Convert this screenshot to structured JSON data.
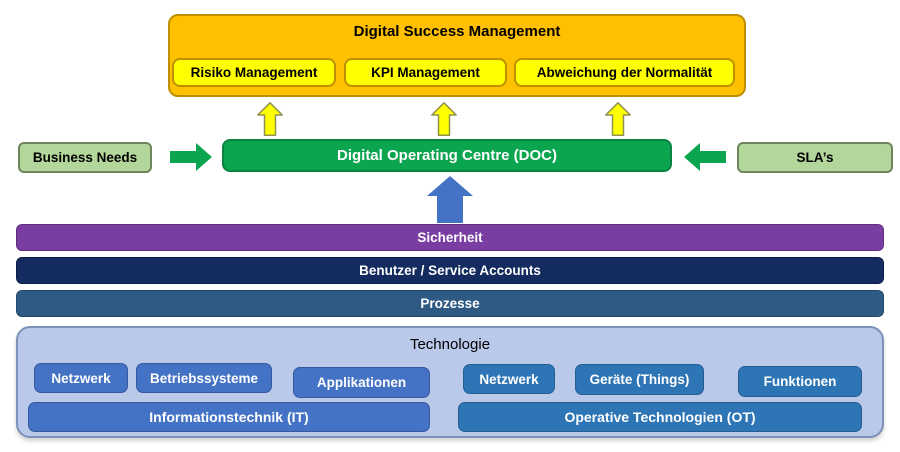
{
  "success_management": {
    "title": "Digital Success Management",
    "items": [
      "Risiko Management",
      "KPI Management",
      "Abweichung der Normalität"
    ]
  },
  "doc_row": {
    "business_needs": "Business Needs",
    "doc": "Digital Operating Centre (DOC)",
    "sla": "SLA’s"
  },
  "layers": [
    "Sicherheit",
    "Benutzer / Service Accounts",
    "Prozesse"
  ],
  "technology": {
    "title": "Technologie",
    "it": {
      "tiles": [
        "Netzwerk",
        "Betriebssysteme",
        "Applikationen"
      ],
      "bar": "Informationstechnik (IT)"
    },
    "ot": {
      "tiles": [
        "Netzwerk",
        "Geräte (Things)",
        "Funktionen"
      ],
      "bar": "Operative Technologien (OT)"
    }
  },
  "icons": {
    "up_arrow_yellow": "up-arrow",
    "up_arrow_blue": "up-arrow",
    "arrow_right_green": "right-arrow",
    "arrow_left_green": "left-arrow"
  },
  "colors": {
    "orange_container": "#FFC000",
    "orange_border": "#BE8F00",
    "yellow_box": "#FFFF00",
    "yellow_border": "#BF9000",
    "green_doc": "#0CA54F",
    "light_green_input": "#B3D69B",
    "purple_layer": "#7A3DA1",
    "navy_layer": "#132B5E",
    "steel_layer": "#2E5A84",
    "tech_container": "#BAC9E9",
    "it_blue": "#4472C4",
    "ot_blue": "#2E75B6",
    "blue_arrow": "#4472C4"
  }
}
